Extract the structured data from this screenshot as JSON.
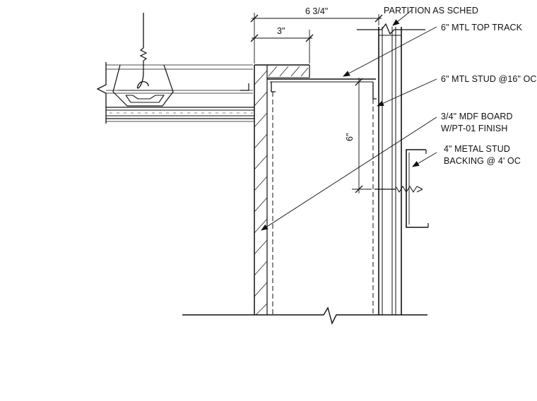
{
  "dimensions": {
    "overall_width": "6 3/4\"",
    "return_width": "3\"",
    "vertical": "6\""
  },
  "notes": {
    "partition": "PARTITION AS SCHED",
    "top_track": "6\" MTL TOP TRACK",
    "stud": "6\" MTL STUD @16\" OC",
    "mdf_line1": "3/4\" MDF BOARD",
    "mdf_line2": "W/PT-01 FINISH",
    "backing_line1": "4\" METAL STUD",
    "backing_line2": "BACKING @ 4' OC"
  },
  "colors": {
    "linework": "#111111",
    "background": "#ffffff"
  }
}
